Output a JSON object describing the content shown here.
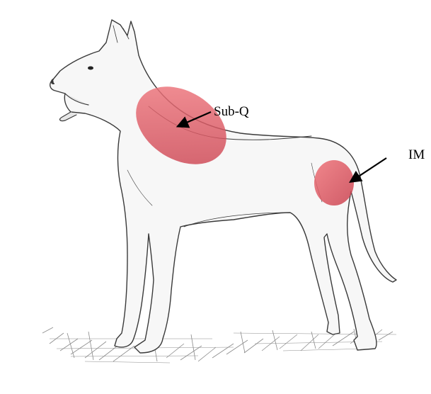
{
  "figure": {
    "subject": "dog-outline-illustration",
    "labels": {
      "sub_q": "Sub-Q",
      "im": "IM"
    }
  },
  "colors": {
    "line": "#3a3a3a",
    "injection_zone": "#e0484f",
    "ground_hatch": "#6b6b6b",
    "arrow": "#000000"
  }
}
